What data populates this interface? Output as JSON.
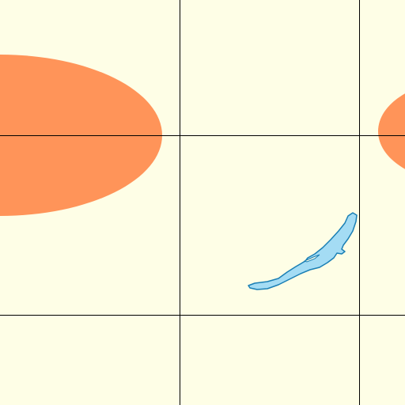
{
  "map": {
    "type": "map-tile",
    "colors": {
      "land": "#fefee6",
      "highlight_region": "#ff9459",
      "water_fill": "#a4dcf4",
      "water_outline": "#1a7fb5",
      "graticule": "#000000"
    },
    "layers": [
      "land",
      "highlighted-regions",
      "lake",
      "graticule"
    ],
    "grid": true
  }
}
